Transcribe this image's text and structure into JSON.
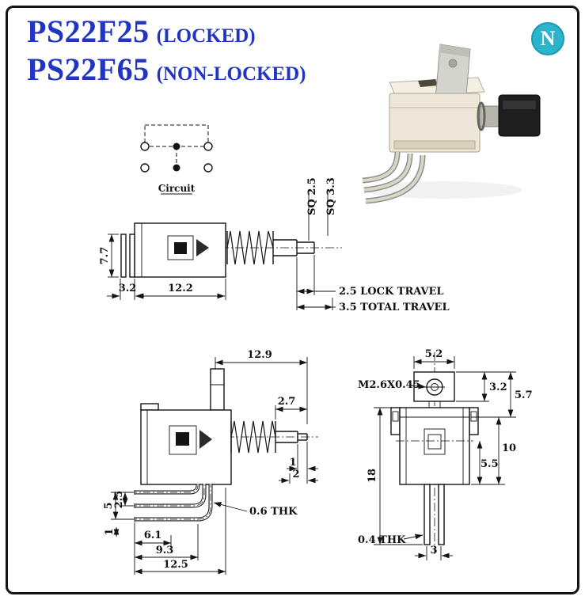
{
  "header": {
    "line1": {
      "part": "PS22F25",
      "suffix": "(LOCKED)"
    },
    "line2": {
      "part": "PS22F65",
      "suffix": "(NON-LOCKED)"
    },
    "title_color": "#2134c4",
    "logo": {
      "letter": "N",
      "color": "#2cb4cd"
    }
  },
  "circuit": {
    "label": "Circuit"
  },
  "views": {
    "side": {
      "height": "7.7",
      "pin_offset": "3.2",
      "body_length": "12.2",
      "sq_inner": "SQ 2.5",
      "sq_outer": "SQ 3.3",
      "lock_travel": "2.5 LOCK TRAVEL",
      "total_travel": "3.5 TOTAL TRAVEL"
    },
    "angle": {
      "overall_length": "12.9",
      "shaft_ext": "2.7",
      "tip_step": "1",
      "tip_len": "2",
      "thickness": "0.6 THK",
      "pin_span": "5",
      "pin_pitch": "2.5",
      "pin_end": "1",
      "bottom_dim_1": "6.1",
      "bottom_dim_2": "9.3",
      "bottom_dim_3": "12.5"
    },
    "front": {
      "bushing_width": "5.2",
      "thread": "M2.6X0.45",
      "bushing_height": "3.2",
      "top_height": "5.7",
      "body_height": "10",
      "lower_height": "5.5",
      "overall_height": "18",
      "pin_thickness": "0.4 THK",
      "pin_pitch": "3"
    }
  }
}
